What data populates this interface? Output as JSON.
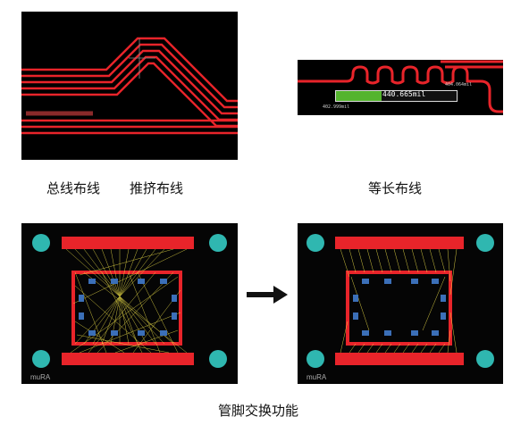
{
  "captions": {
    "bus_routing": "总线布线",
    "push_routing": "推挤布线",
    "equal_length": "等长布线",
    "pin_swap": "管脚交换功能"
  },
  "equal_length_panel": {
    "readout_main": "440.665mil",
    "readout_right": "404.064mil",
    "readout_left": "402.999mil",
    "progress_fraction": 0.38
  },
  "board_labels": {
    "before_logo": "muRA",
    "after_logo": "muRA"
  },
  "colors": {
    "trace_red": "#e8242a",
    "ratsnest_yellow": "#f4e64a",
    "pad_cyan": "#2fb7b0",
    "component_blue": "#3b6fb8",
    "progress_green": "#54b42e"
  }
}
